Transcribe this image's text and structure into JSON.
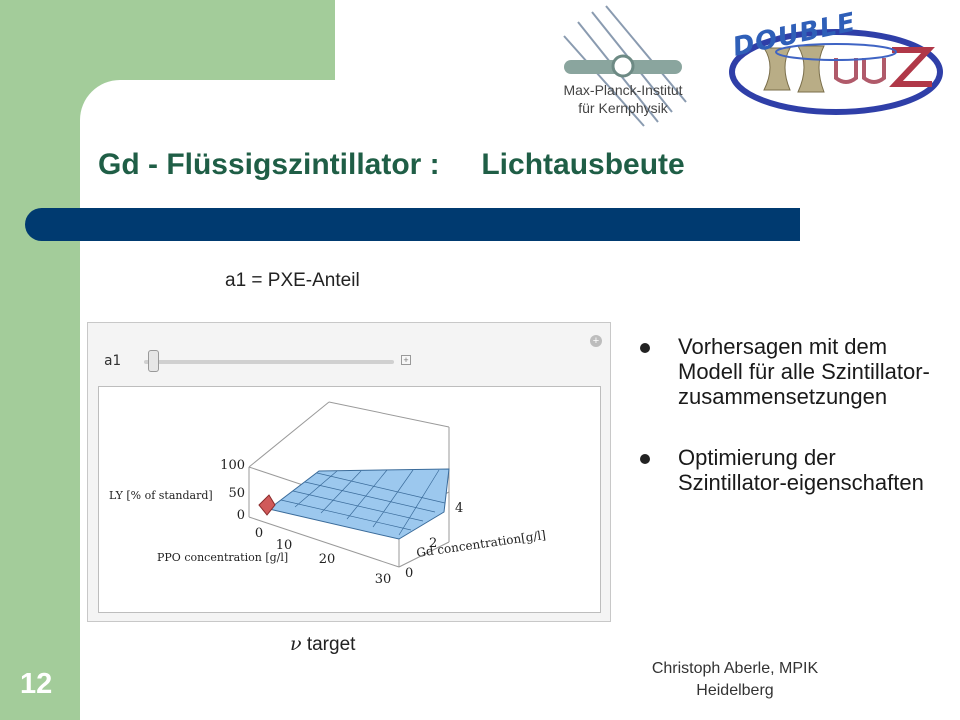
{
  "slide": {
    "title": "Gd - Flüssigszintillator :     Lichtausbeute",
    "page_number": "12",
    "footer": "Christoph Aberle, MPIK Heidelberg",
    "accent_color": "#003a70",
    "title_color": "#1f5e46",
    "band_color": "#a3cc9a"
  },
  "logos": {
    "mpik_line1": "Max-Planck-Institut",
    "mpik_line2": "für Kernphysik",
    "double_chooz_word": "DOUBLE"
  },
  "figure": {
    "caption_top": "a1 = PXE-Anteil",
    "caption_bottom_symbol": "ν",
    "caption_bottom_text": " target",
    "slider_label": "a1",
    "z_axis_label": "LY [% of standard]",
    "x_axis_label": "PPO concentration [g/l]",
    "y_axis_label": "Gd concentration[g/l]",
    "z_ticks": [
      "100",
      "50",
      "0"
    ],
    "x_ticks": [
      "0",
      "10",
      "20",
      "30"
    ],
    "y_ticks": [
      "0",
      "2",
      "4"
    ]
  },
  "bullets": [
    "Vorhersagen mit dem Modell für alle Szintillator-zusammensetzungen",
    "Optimierung der Szintillator-eigenschaften"
  ]
}
